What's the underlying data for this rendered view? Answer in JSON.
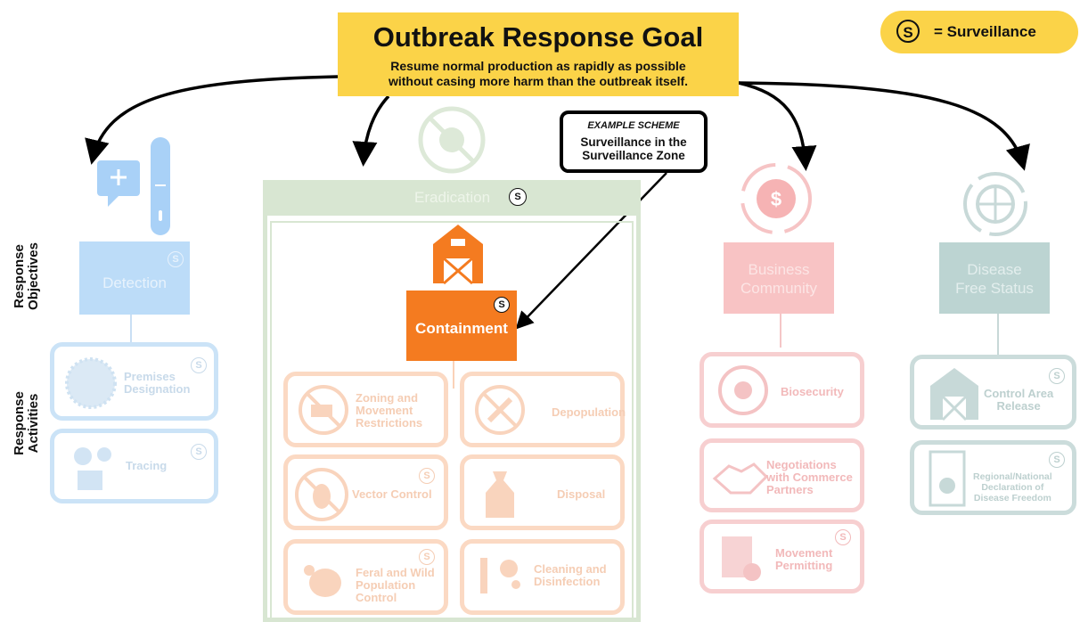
{
  "goal": {
    "title": "Outbreak Response Goal",
    "subtitle_line1": "Resume normal production as rapidly as possible",
    "subtitle_line2": "without casing more harm than the outbreak itself."
  },
  "legend": {
    "symbol": "S",
    "text": "= Surveillance"
  },
  "callout": {
    "title": "EXAMPLE SCHEME",
    "line1": "Surveillance in the",
    "line2": "Surveillance Zone"
  },
  "side_labels": {
    "objectives_line1": "Response",
    "objectives_line2": "Objectives",
    "activities_line1": "Response",
    "activities_line2": "Activities"
  },
  "colors": {
    "goal_yellow": "#fbd348",
    "detection_blue": "#bcdcf8",
    "eradication_green": "#d8e6d2",
    "containment_orange": "#f47b20",
    "business_pink": "#f8c3c4",
    "disease_teal": "#bcd4d2"
  },
  "columns": {
    "detection": {
      "objective": "Detection",
      "icon": "monitor-device-icon",
      "activities": [
        {
          "label_line1": "Premises",
          "label_line2": "Designation",
          "icon": "seal-icon",
          "surveillance": "S"
        },
        {
          "label_line1": "Tracing",
          "label_line2": "",
          "icon": "network-icon",
          "surveillance": "S"
        }
      ]
    },
    "eradication": {
      "objective": "Eradication",
      "surveillance": "S",
      "icon": "virus-crossed-icon",
      "containment": {
        "label": "Containment",
        "surveillance": "S",
        "icon": "barn-icon"
      },
      "activities": [
        {
          "label_line1": "Zoning and",
          "label_line2": "Movement",
          "label_line3": "Restrictions",
          "icon": "tractor-crossed-icon"
        },
        {
          "label_line1": "Depopulation",
          "label_line2": "",
          "label_line3": "",
          "icon": "syringe-crossed-icon"
        },
        {
          "label_line1": "Vector Control",
          "label_line2": "",
          "label_line3": "",
          "icon": "bug-crossed-icon",
          "surveillance": "S"
        },
        {
          "label_line1": "Disposal",
          "label_line2": "",
          "label_line3": "",
          "icon": "biohazard-bag-icon"
        },
        {
          "label_line1": "Feral and Wild",
          "label_line2": "Population",
          "label_line3": "Control",
          "icon": "turkey-icon",
          "surveillance": "S"
        },
        {
          "label_line1": "Cleaning and",
          "label_line2": "Disinfection",
          "label_line3": "",
          "icon": "spray-icon"
        }
      ]
    },
    "business": {
      "objective_line1": "Business",
      "objective_line2": "Community",
      "icon": "dollar-gear-icon",
      "activities": [
        {
          "label_line1": "Biosecurity",
          "label_line2": "",
          "label_line3": "",
          "icon": "biohazard-icon"
        },
        {
          "label_line1": "Negotiations",
          "label_line2": "with Commerce",
          "label_line3": "Partners",
          "icon": "handshake-icon"
        },
        {
          "label_line1": "Movement",
          "label_line2": "Permitting",
          "label_line3": "",
          "icon": "permit-document-icon",
          "surveillance": "S"
        }
      ]
    },
    "disease_free": {
      "objective_line1": "Disease",
      "objective_line2": "Free Status",
      "icon": "globe-cycle-icon",
      "activities": [
        {
          "label_line1": "Control Area",
          "label_line2": "Release",
          "label_line3": "",
          "icon": "barn-icon",
          "surveillance": "S"
        },
        {
          "label_line1": "Regional/National",
          "label_line2": "Declaration of",
          "label_line3": "Disease Freedom",
          "icon": "certificate-icon",
          "surveillance": "S"
        }
      ]
    }
  }
}
